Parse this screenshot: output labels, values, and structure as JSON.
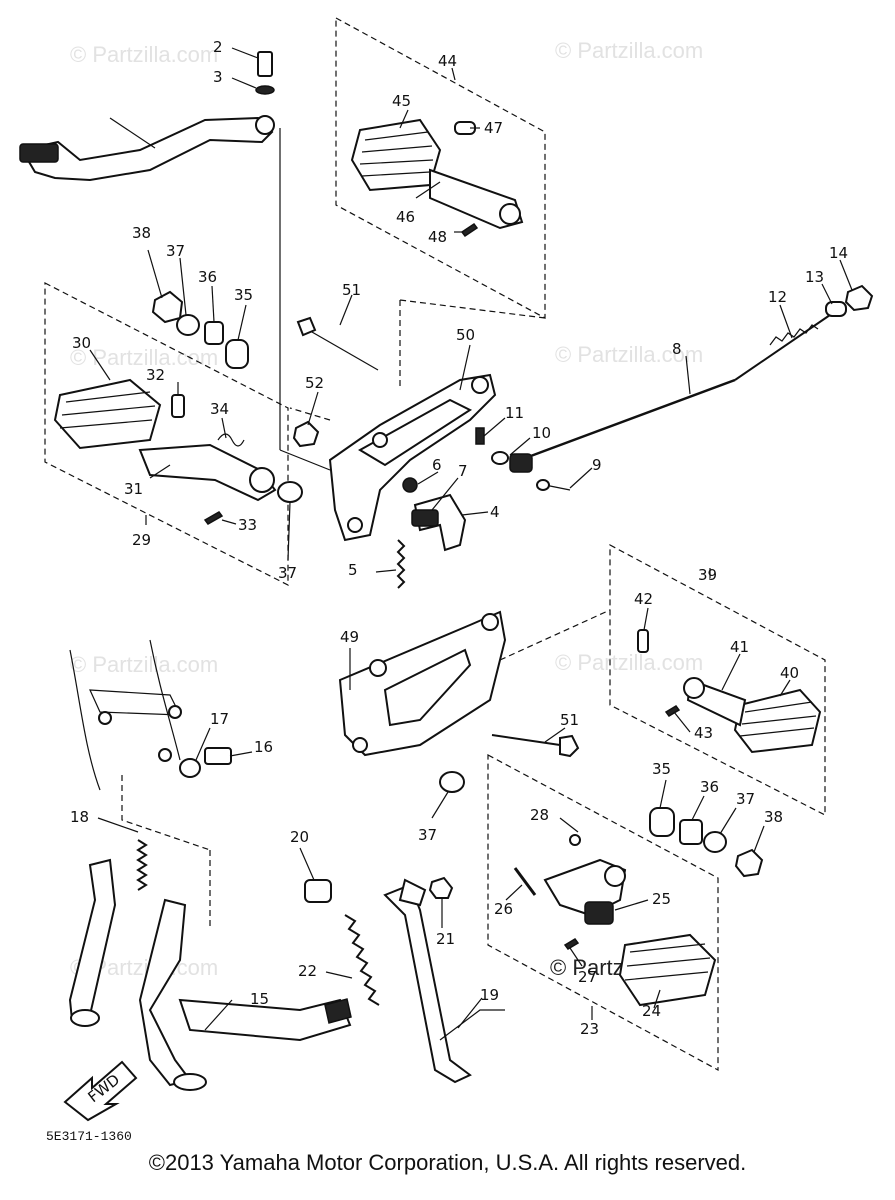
{
  "watermark": "© Partzilla.com",
  "drawing_code": "5E3171-1360",
  "fwd_label": "FWD",
  "copyright": "©2013 Yamaha Motor Corporation, U.S.A. All rights reserved.",
  "labels": {
    "p2": "2",
    "p3": "3",
    "p4": "4",
    "p5": "5",
    "p6": "6",
    "p7": "7",
    "p8": "8",
    "p9": "9",
    "p10": "10",
    "p11": "11",
    "p12": "12",
    "p13": "13",
    "p14": "14",
    "p15": "15",
    "p16": "16",
    "p17": "17",
    "p18": "18",
    "p19": "19",
    "p20": "20",
    "p21": "21",
    "p22": "22",
    "p23": "23",
    "p24": "24",
    "p25": "25",
    "p26": "26",
    "p27": "27",
    "p28": "28",
    "p29": "29",
    "p30": "30",
    "p31": "31",
    "p32": "32",
    "p33": "33",
    "p34": "34",
    "p35a": "35",
    "p35b": "35",
    "p36a": "36",
    "p36b": "36",
    "p37a": "37",
    "p37b": "37",
    "p37c": "37",
    "p37d": "37",
    "p38a": "38",
    "p38b": "38",
    "p39": "39",
    "p40": "40",
    "p41": "41",
    "p42": "42",
    "p43": "43",
    "p44": "44",
    "p45": "45",
    "p46": "46",
    "p47": "47",
    "p48": "48",
    "p49": "49",
    "p50": "50",
    "p51a": "51",
    "p51b": "51",
    "p52": "52"
  }
}
